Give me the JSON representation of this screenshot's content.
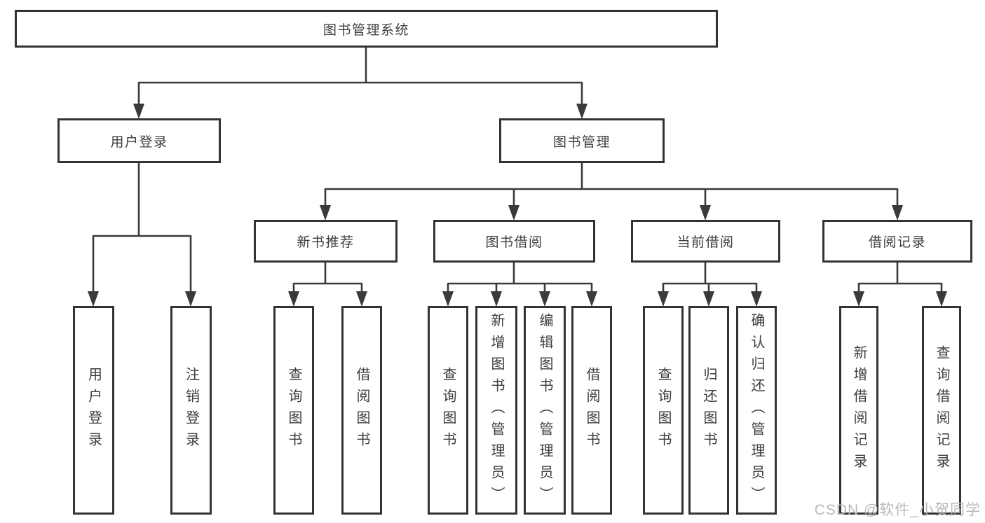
{
  "diagram": {
    "root": {
      "label": "图书管理系统",
      "children": [
        {
          "label": "用户登录",
          "children": [
            {
              "label": "用户登录"
            },
            {
              "label": "注销登录"
            }
          ]
        },
        {
          "label": "图书管理",
          "children": [
            {
              "label": "新书推荐",
              "children": [
                {
                  "label": "查询图书"
                },
                {
                  "label": "借阅图书"
                }
              ]
            },
            {
              "label": "图书借阅",
              "children": [
                {
                  "label": "查询图书"
                },
                {
                  "label": "新增图书（管理员）"
                },
                {
                  "label": "编辑图书（管理员）"
                },
                {
                  "label": "借阅图书"
                }
              ]
            },
            {
              "label": "当前借阅",
              "children": [
                {
                  "label": "查询图书"
                },
                {
                  "label": "归还图书"
                },
                {
                  "label": "确认归还（管理员）"
                }
              ]
            },
            {
              "label": "借阅记录",
              "children": [
                {
                  "label": "新增借阅记录"
                },
                {
                  "label": "查询借阅记录"
                }
              ]
            }
          ]
        }
      ]
    },
    "colors": {
      "line": "#3a3a3a",
      "box_border": "#333333",
      "text": "#3d3d3d",
      "background": "#ffffff",
      "watermark": "#b9b9b9"
    }
  },
  "watermark": {
    "text": "CSDN @软件_小贺同学"
  }
}
